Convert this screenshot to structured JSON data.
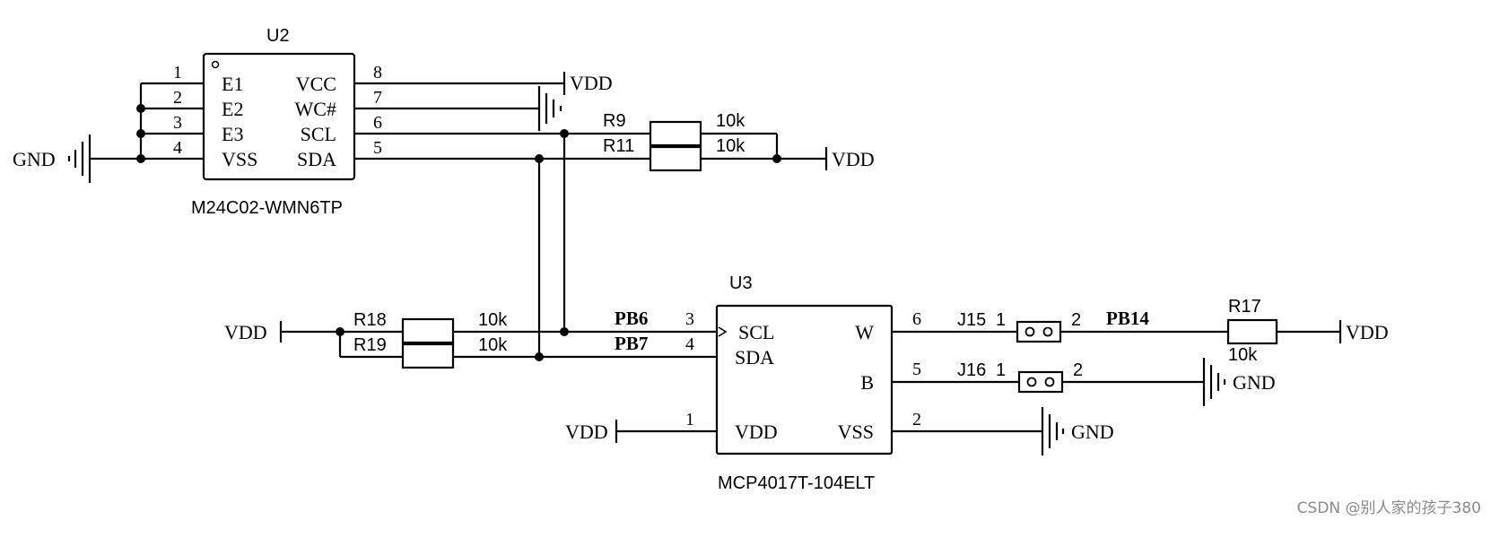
{
  "u2": {
    "ref": "U2",
    "part": "M24C02-WMN6TP",
    "left_pins": [
      {
        "num": "1",
        "name": "E1"
      },
      {
        "num": "2",
        "name": "E2"
      },
      {
        "num": "3",
        "name": "E3"
      },
      {
        "num": "4",
        "name": "VSS"
      }
    ],
    "right_pins": [
      {
        "num": "8",
        "name": "VCC"
      },
      {
        "num": "7",
        "name": "WC#"
      },
      {
        "num": "6",
        "name": "SCL"
      },
      {
        "num": "5",
        "name": "SDA"
      }
    ]
  },
  "u3": {
    "ref": "U3",
    "part": "MCP4017T-104ELT",
    "left_pins": [
      {
        "num": "3",
        "name": "SCL"
      },
      {
        "num": "4",
        "name": "SDA"
      },
      {
        "num": "1",
        "name": "VDD"
      }
    ],
    "right_pins": [
      {
        "num": "6",
        "name": "W"
      },
      {
        "num": "5",
        "name": "B"
      },
      {
        "num": "2",
        "name": "VSS"
      }
    ]
  },
  "resistors": {
    "r9": {
      "ref": "R9",
      "value": "10k"
    },
    "r11": {
      "ref": "R11",
      "value": "10k"
    },
    "r18": {
      "ref": "R18",
      "value": "10k"
    },
    "r19": {
      "ref": "R19",
      "value": "10k"
    },
    "r17": {
      "ref": "R17",
      "value": "10k"
    }
  },
  "jumpers": {
    "j15": {
      "ref": "J15",
      "pin1": "1",
      "pin2": "2"
    },
    "j16": {
      "ref": "J16",
      "pin1": "1",
      "pin2": "2"
    }
  },
  "nets": {
    "pb6": "PB6",
    "pb7": "PB7",
    "pb14": "PB14"
  },
  "power": {
    "vdd": "VDD",
    "gnd": "GND"
  },
  "watermark": "CSDN @别人家的孩子380",
  "colors": {
    "line": "#000000",
    "background": "#ffffff",
    "watermark": "#8a8a8a"
  }
}
